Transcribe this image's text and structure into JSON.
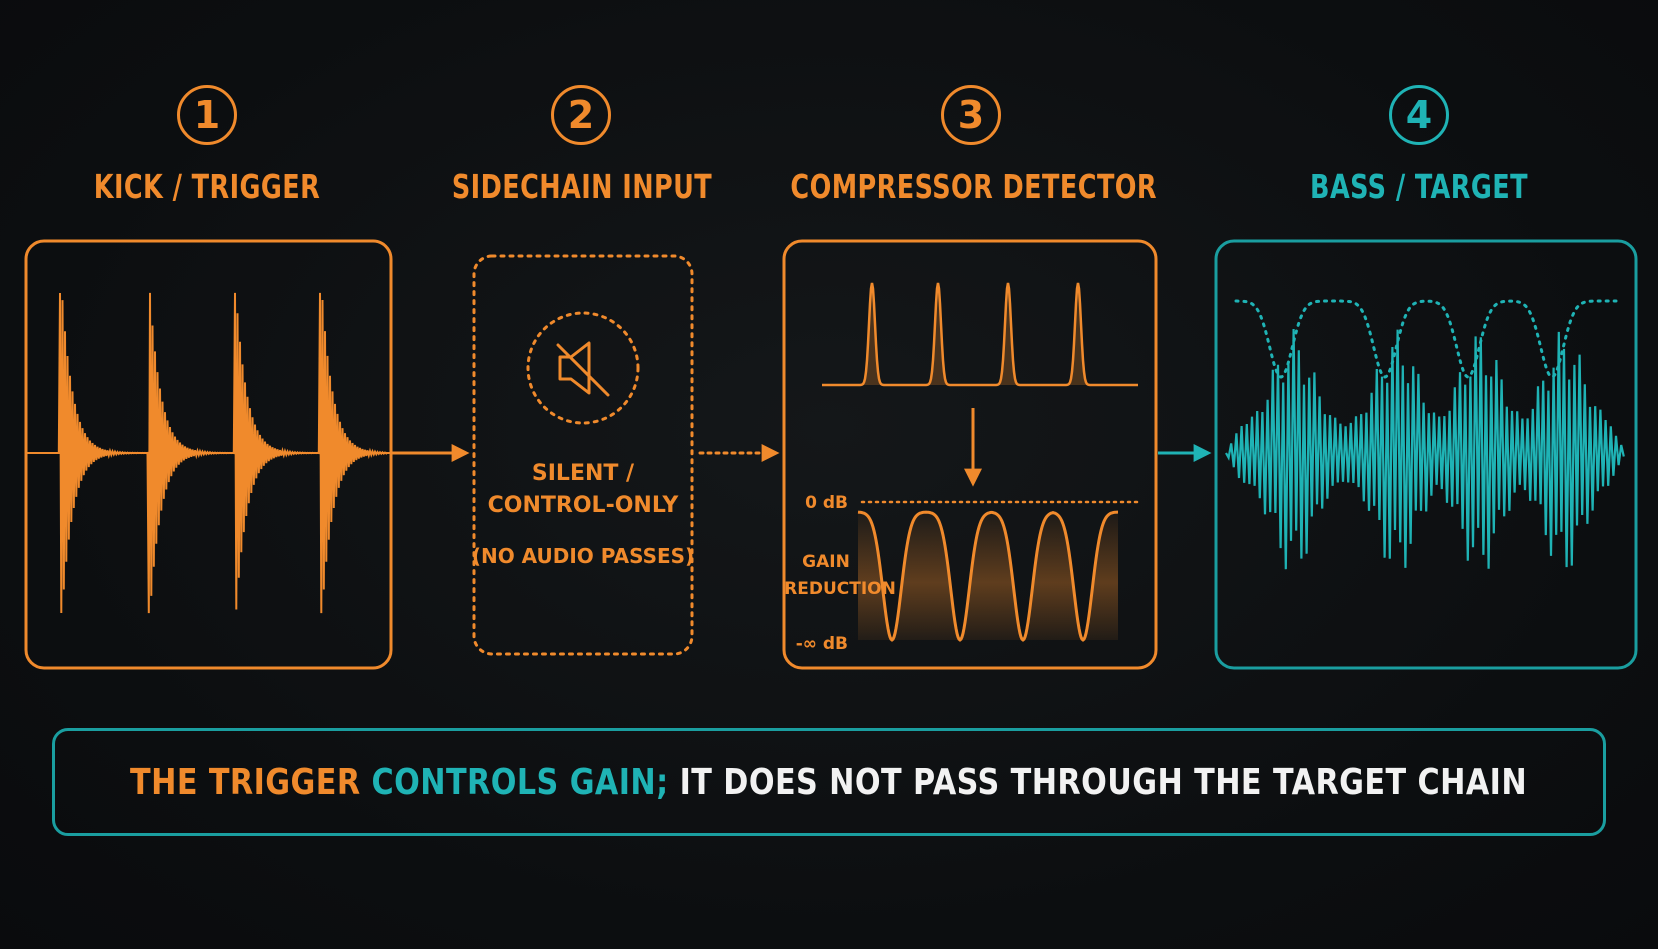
{
  "steps": [
    {
      "number": "1",
      "title": "KICK / TRIGGER"
    },
    {
      "number": "2",
      "title": "SIDECHAIN INPUT"
    },
    {
      "number": "3",
      "title": "COMPRESSOR DETECTOR"
    },
    {
      "number": "4",
      "title": "BASS / TARGET"
    }
  ],
  "sidechain": {
    "line1": "SILENT /",
    "line2": "CONTROL-ONLY",
    "line3": "(NO AUDIO PASSES)"
  },
  "detector": {
    "zero_db": "0 dB",
    "gain_reduction_line1": "GAIN",
    "gain_reduction_line2": "REDUCTION",
    "neg_inf_db": "-∞ dB"
  },
  "banner": {
    "part1": "THE TRIGGER",
    "part2": "CONTROLS GAIN;",
    "part3": "IT DOES NOT PASS THROUGH THE TARGET CHAIN"
  },
  "colors": {
    "orange": "#f08a2c",
    "teal": "#1fb3b5",
    "background": "#0d0f12"
  },
  "icons": {
    "sidechain": "muted-speaker-icon"
  }
}
